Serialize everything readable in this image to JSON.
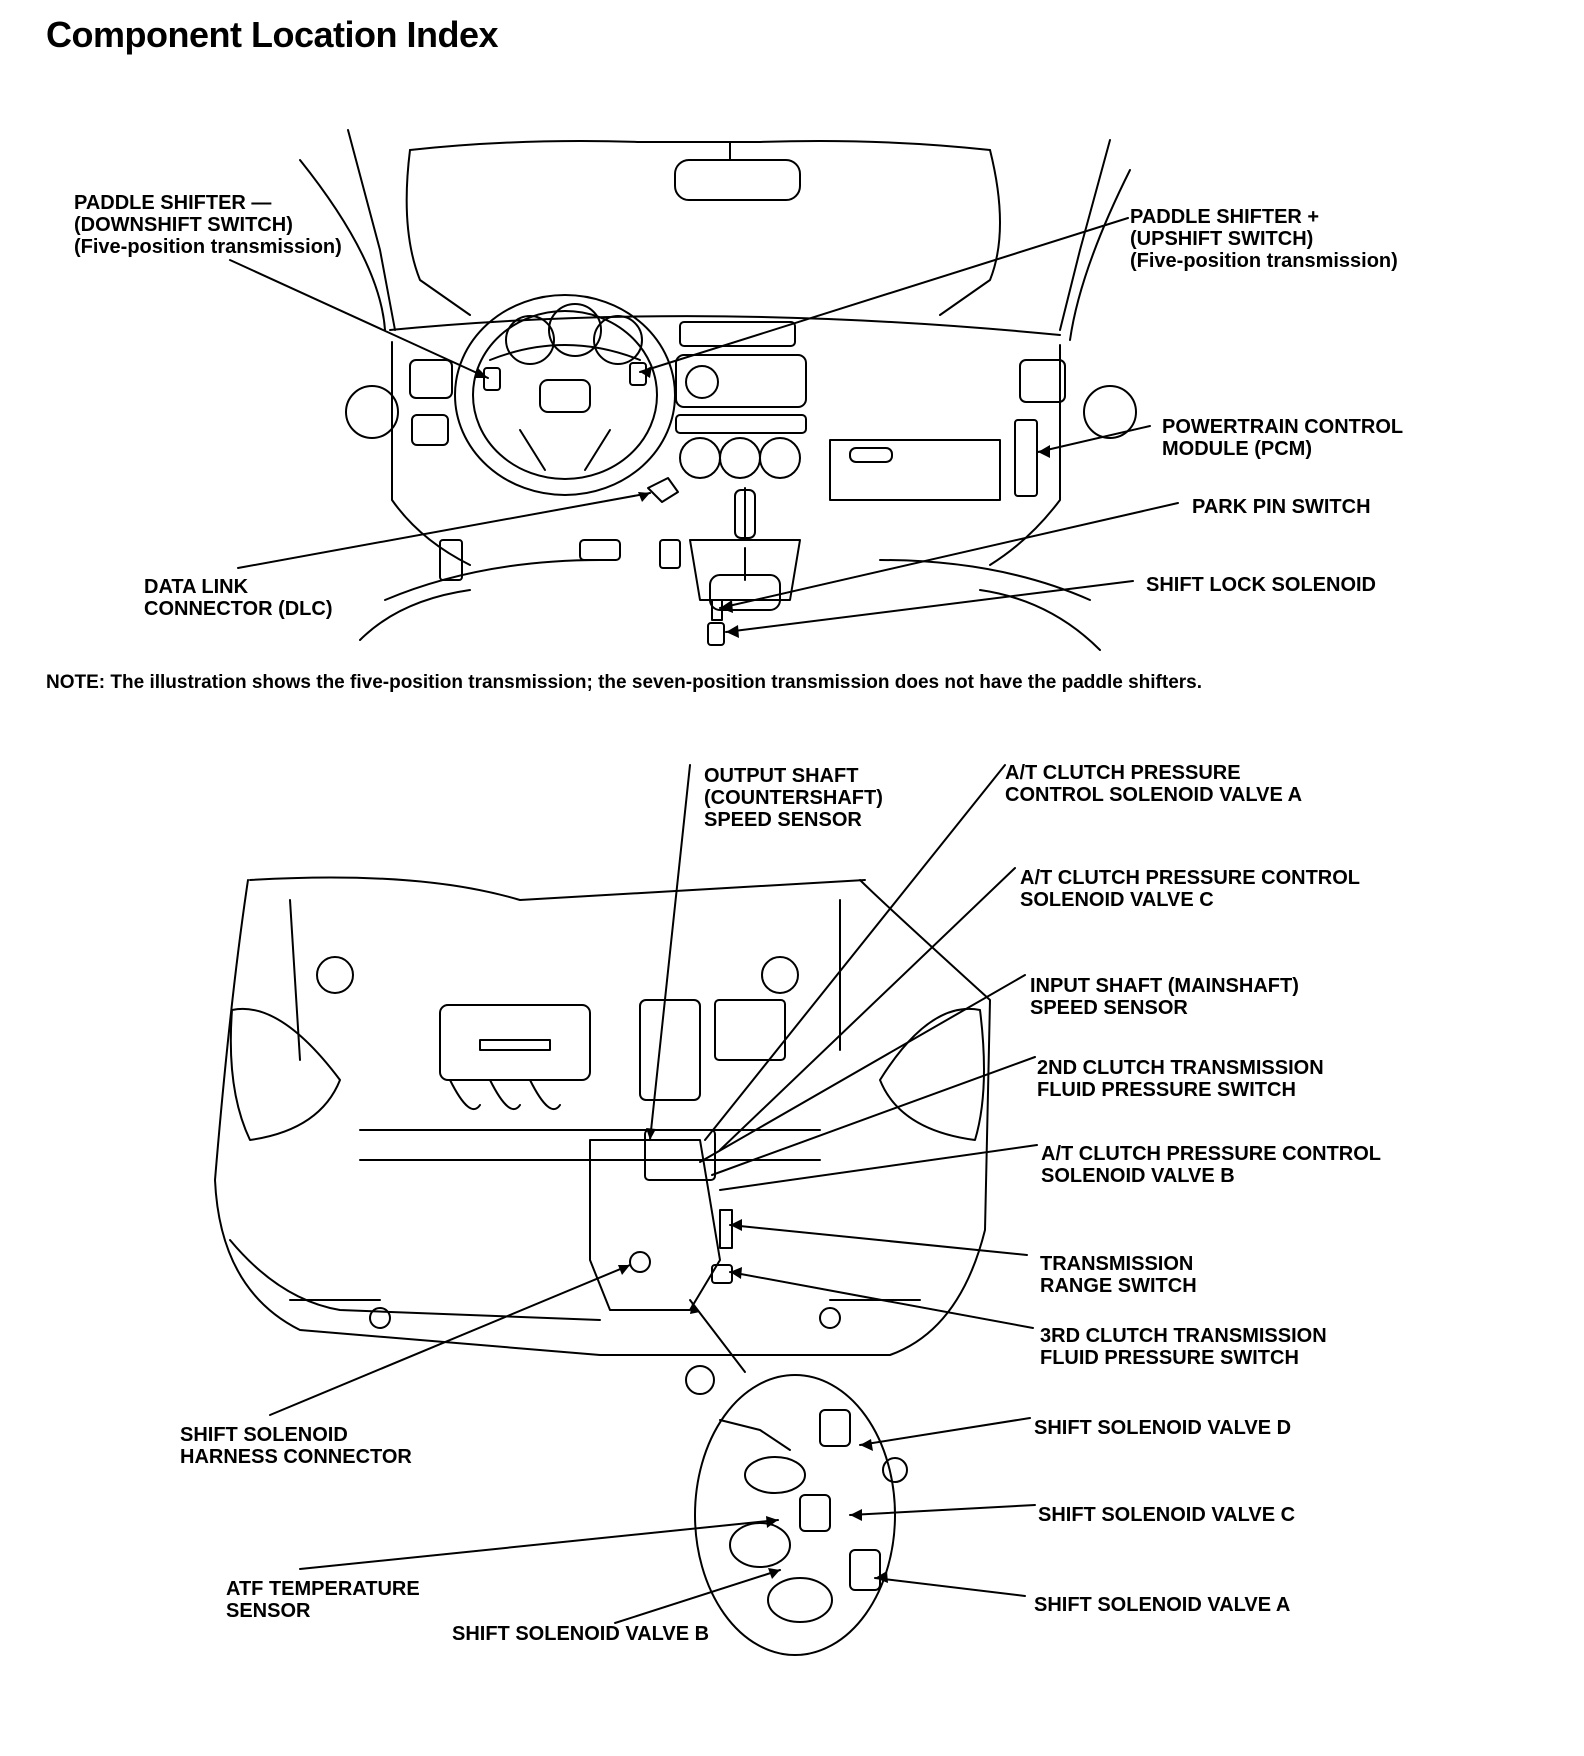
{
  "title": "Component Location Index",
  "note": "NOTE: The illustration shows the five-position transmission; the seven-position transmission does not have the paddle shifters.",
  "interior_labels": {
    "paddle_down": [
      "PADDLE SHIFTER —",
      "(DOWNSHIFT SWITCH)",
      "(Five-position transmission)"
    ],
    "paddle_up": [
      "PADDLE SHIFTER +",
      "(UPSHIFT SWITCH)",
      "(Five-position transmission)"
    ],
    "pcm": [
      "POWERTRAIN CONTROL",
      "MODULE (PCM)"
    ],
    "park_pin": [
      "PARK PIN SWITCH"
    ],
    "shift_lock": [
      "SHIFT LOCK SOLENOID"
    ],
    "dlc": [
      "DATA LINK",
      "CONNECTOR (DLC)"
    ]
  },
  "engine_labels": {
    "output_shaft": [
      "OUTPUT SHAFT",
      "(COUNTERSHAFT)",
      "SPEED SENSOR"
    ],
    "atc_a": [
      "A/T CLUTCH PRESSURE",
      "CONTROL SOLENOID VALVE A"
    ],
    "atc_c": [
      "A/T CLUTCH PRESSURE CONTROL",
      "SOLENOID VALVE C"
    ],
    "input_shaft": [
      "INPUT SHAFT (MAINSHAFT)",
      "SPEED SENSOR"
    ],
    "second_clutch": [
      "2ND CLUTCH TRANSMISSION",
      "FLUID PRESSURE SWITCH"
    ],
    "atc_b": [
      "A/T CLUTCH PRESSURE CONTROL",
      "SOLENOID VALVE B"
    ],
    "trans_range": [
      "TRANSMISSION",
      "RANGE SWITCH"
    ],
    "third_clutch": [
      "3RD CLUTCH TRANSMISSION",
      "FLUID PRESSURE SWITCH"
    ],
    "ss_d": [
      "SHIFT SOLENOID VALVE D"
    ],
    "ss_c": [
      "SHIFT SOLENOID VALVE C"
    ],
    "ss_a": [
      "SHIFT SOLENOID VALVE A"
    ],
    "ss_b": [
      "SHIFT SOLENOID VALVE B"
    ],
    "harness": [
      "SHIFT SOLENOID",
      "HARNESS CONNECTOR"
    ],
    "atf_temp": [
      "ATF TEMPERATURE",
      "SENSOR"
    ]
  }
}
